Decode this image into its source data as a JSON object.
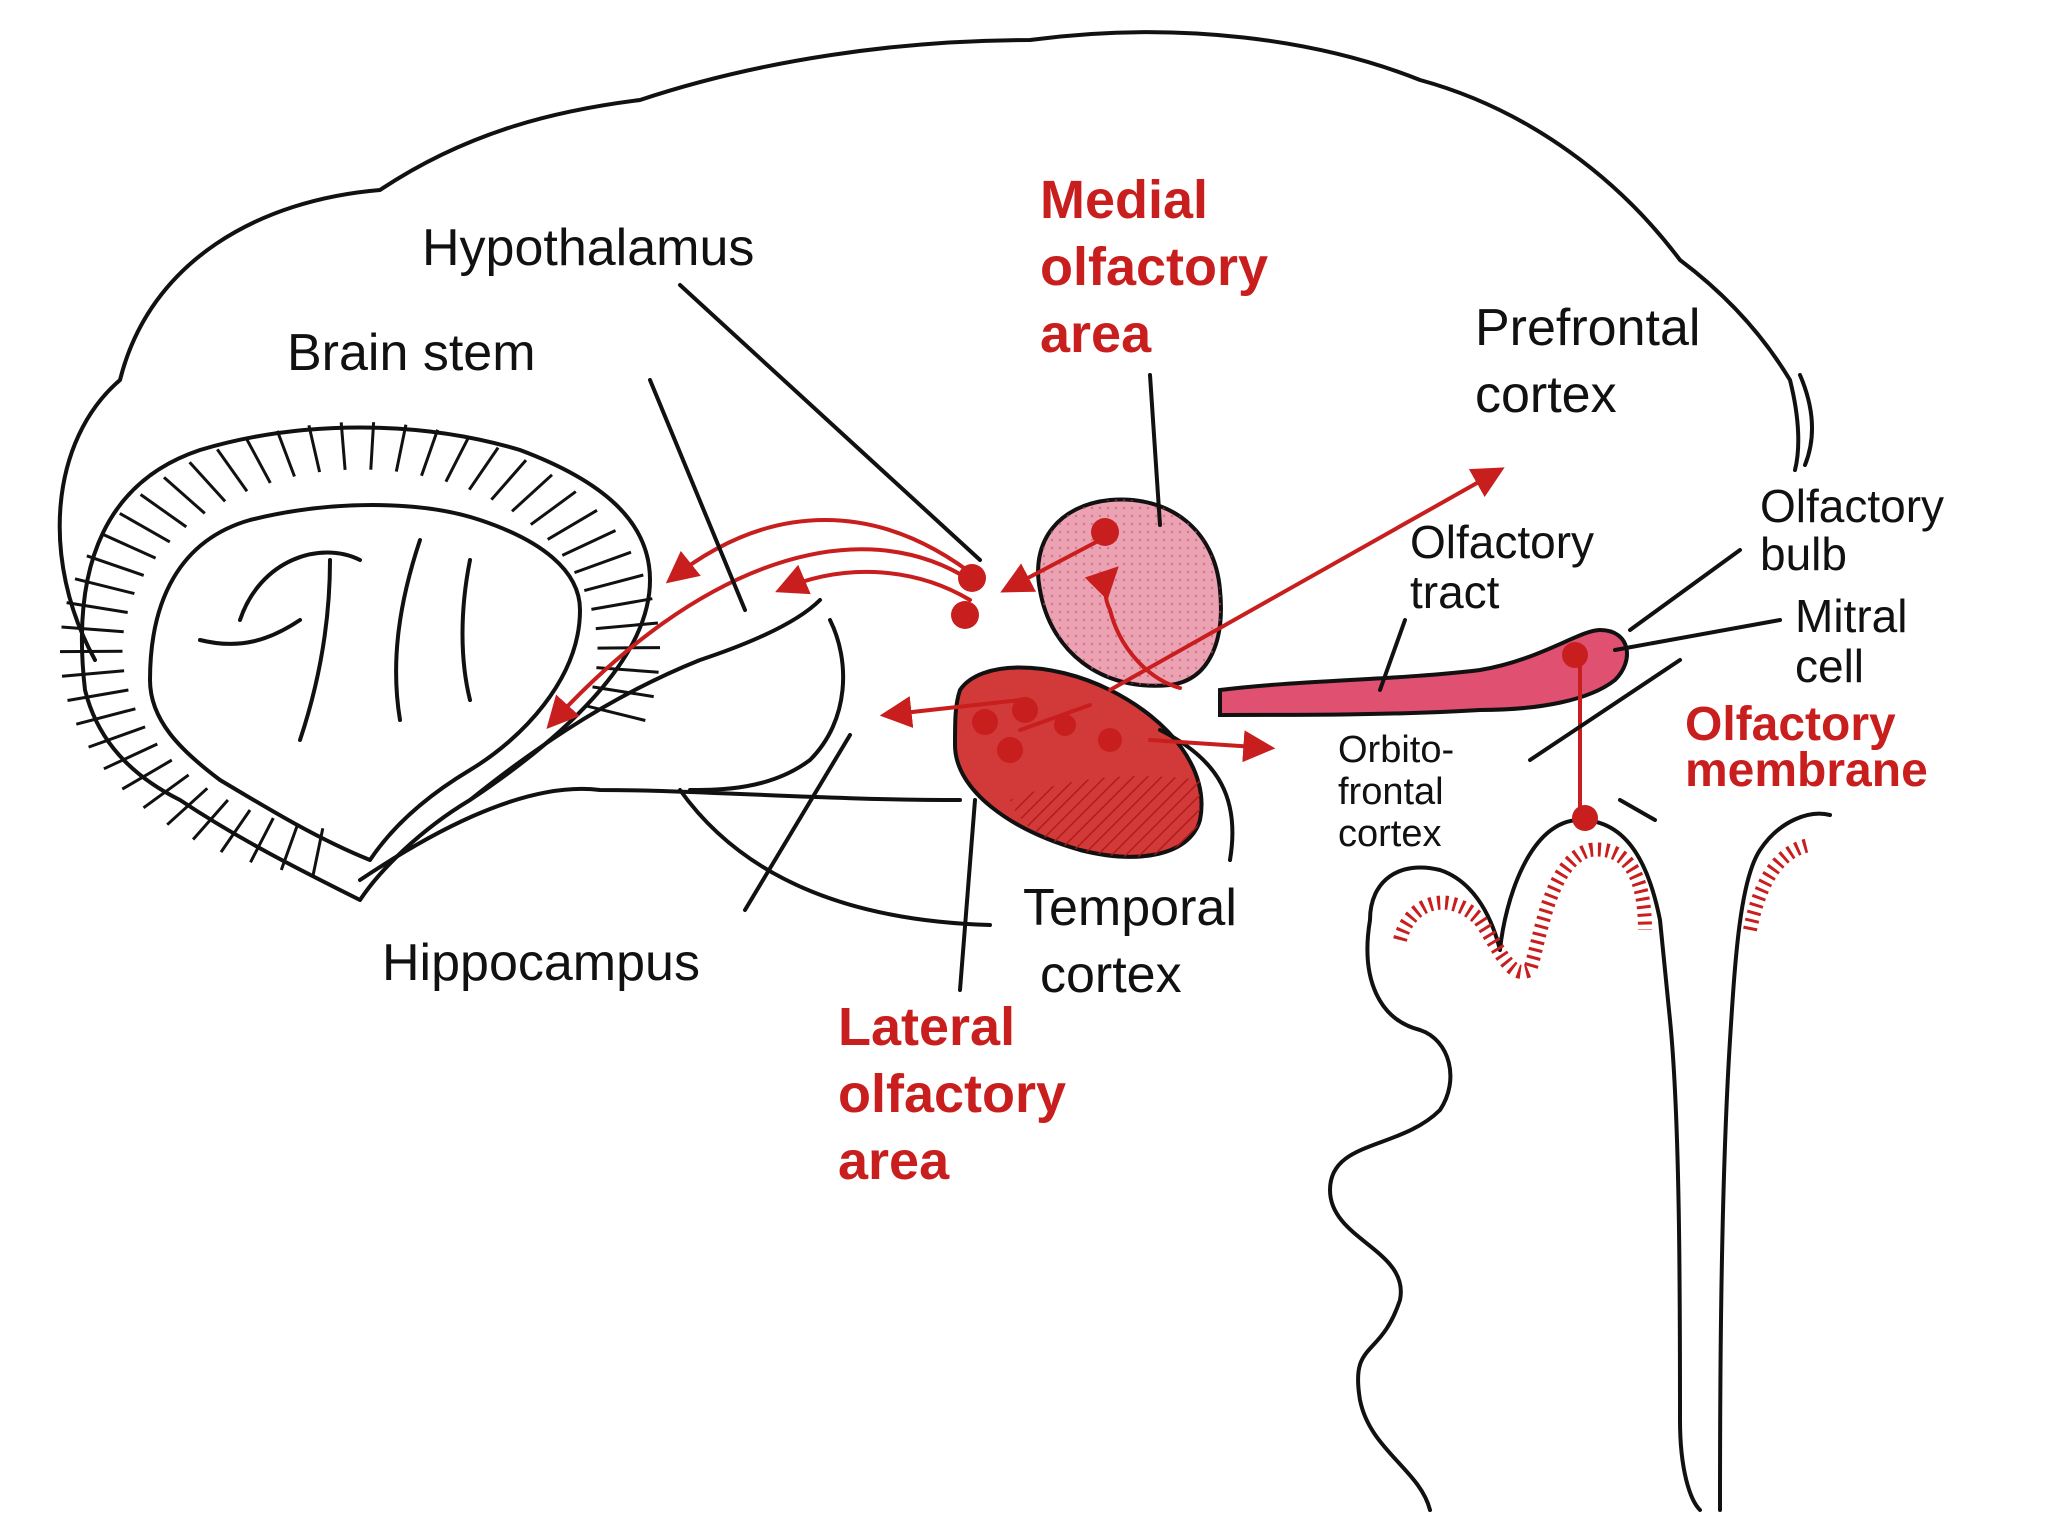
{
  "colors": {
    "accent_red": "#c81e1e",
    "light_red": "#eba3b3",
    "mid_red": "#e05070",
    "dark_red": "#d23a3a",
    "line": "#111111"
  },
  "labels": {
    "hypothalamus": "Hypothalamus",
    "brain_stem": "Brain stem",
    "medial": [
      "Medial",
      "olfactory",
      "area"
    ],
    "prefrontal": [
      "Prefrontal",
      "cortex"
    ],
    "olfactory_bulb": [
      "Olfactory",
      "bulb"
    ],
    "olfactory_tract": [
      "Olfactory",
      "tract"
    ],
    "mitral_cell": [
      "Mitral",
      "cell"
    ],
    "olfactory_membrane": [
      "Olfactory",
      "membrane"
    ],
    "orbitofrontal": [
      "Orbito-",
      "frontal",
      "cortex"
    ],
    "temporal": [
      "Temporal",
      "cortex"
    ],
    "hippocampus": "Hippocampus",
    "lateral": [
      "Lateral",
      "olfactory",
      "area"
    ]
  }
}
